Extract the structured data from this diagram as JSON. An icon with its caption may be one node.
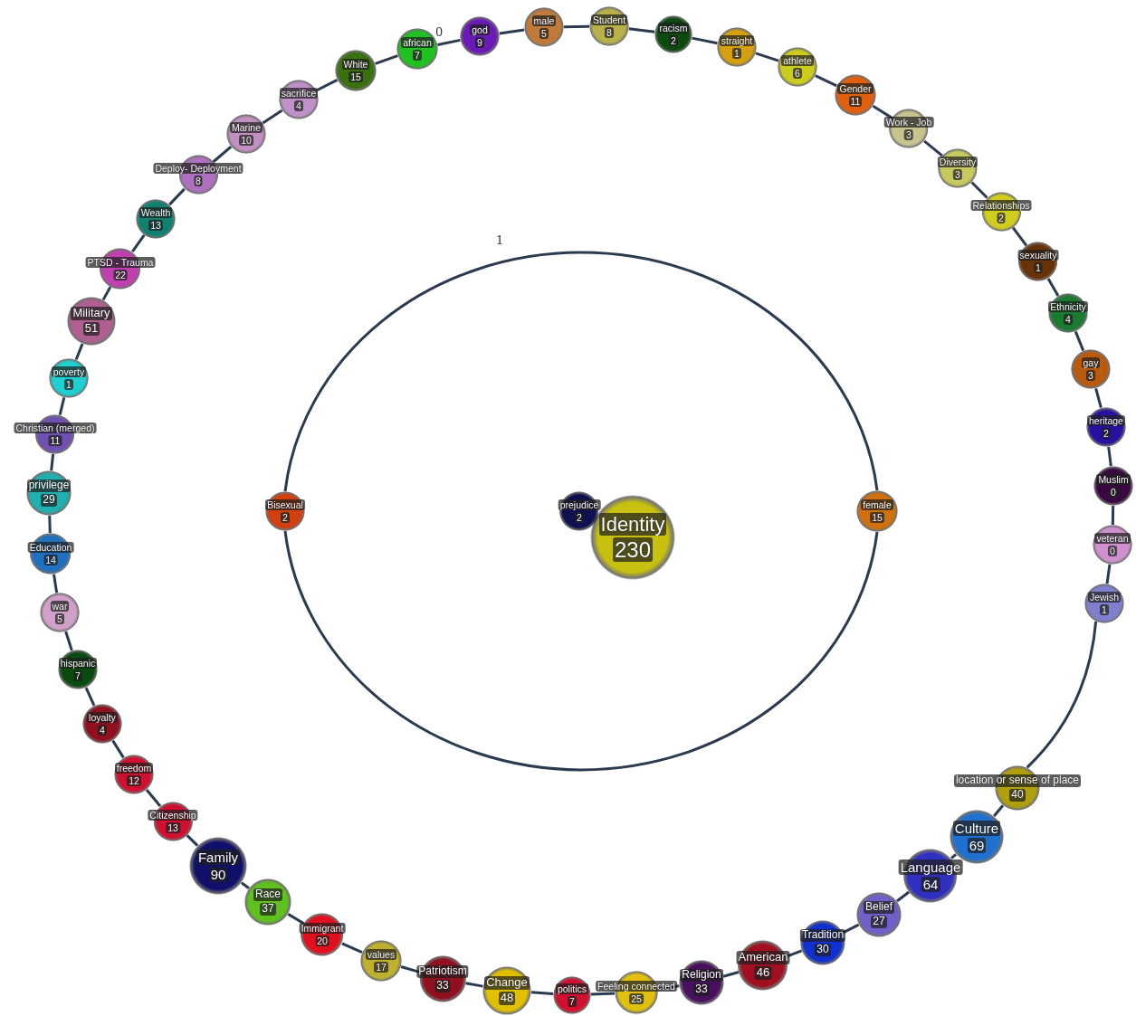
{
  "diagram": {
    "nodes": [
      {
        "text": [
          "god",
          "9"
        ]
      },
      {
        "text": [
          "male",
          "5"
        ]
      },
      {
        "text": [
          "Student",
          "8"
        ]
      },
      {
        "text": [
          "racism",
          "2"
        ]
      },
      {
        "text": [
          "straight",
          "1"
        ]
      },
      {
        "text": [
          "athlete",
          "6"
        ]
      },
      {
        "text": [
          "Gender",
          "11"
        ]
      },
      {
        "text": [
          "Work - Job",
          "3"
        ]
      },
      {
        "text": [
          "Diversity",
          "3"
        ]
      },
      {
        "text": [
          "Relationships",
          "2"
        ]
      },
      {
        "text": [
          "sexuality",
          "1"
        ]
      },
      {
        "text": [
          "Ethnicity",
          "4"
        ]
      },
      {
        "text": [
          "gay",
          "3"
        ]
      },
      {
        "text": [
          "heritage",
          "2"
        ]
      },
      {
        "text": [
          "Muslim",
          "0"
        ]
      },
      {
        "text": [
          "veteran",
          "0"
        ]
      },
      {
        "text": [
          "Jewish",
          "1"
        ]
      },
      {
        "text": [
          "location or sense of place",
          "40"
        ]
      },
      {
        "text": [
          "Culture",
          "69"
        ]
      },
      {
        "text": [
          "Language",
          "64"
        ]
      },
      {
        "text": [
          "Belief",
          "27"
        ]
      },
      {
        "text": [
          "Tradition",
          "30"
        ]
      },
      {
        "text": [
          "American",
          "46"
        ]
      },
      {
        "text": [
          "Religion",
          "33"
        ]
      },
      {
        "text": [
          "Feeling connected",
          "25"
        ]
      },
      {
        "text": [
          "politics",
          "7"
        ]
      },
      {
        "text": [
          "Change",
          "48"
        ]
      },
      {
        "text": [
          "Patriotism",
          "33"
        ]
      },
      {
        "text": [
          "values",
          "17"
        ]
      },
      {
        "text": [
          "Immigrant",
          "20"
        ]
      },
      {
        "text": [
          "Race",
          "37"
        ]
      },
      {
        "text": [
          "Family",
          "90"
        ]
      },
      {
        "text": [
          "Citizenship",
          "13"
        ]
      },
      {
        "text": [
          "freedom",
          "12"
        ]
      },
      {
        "text": [
          "loyalty",
          "4"
        ]
      },
      {
        "text": [
          "hispanic",
          "7"
        ]
      },
      {
        "text": [
          "war",
          "5"
        ]
      },
      {
        "text": [
          "Education",
          "14"
        ]
      },
      {
        "text": [
          "privilege",
          "29"
        ]
      },
      {
        "text": [
          "Christian (merged)",
          "11"
        ]
      },
      {
        "text": [
          "poverty",
          "1"
        ]
      },
      {
        "text": [
          "Military",
          "51"
        ]
      },
      {
        "text": [
          "PTSD - Trauma",
          "22"
        ]
      },
      {
        "text": [
          "Wealth",
          "13"
        ]
      },
      {
        "text": [
          "Deploy- Deployment",
          "8"
        ]
      },
      {
        "text": [
          "Marine",
          "10"
        ]
      },
      {
        "text": [
          "sacrifice",
          "4"
        ]
      },
      {
        "text": [
          "White",
          "15"
        ]
      },
      {
        "text": [
          "african",
          "7"
        ]
      },
      {
        "text": [
          "Bisexual",
          "2"
        ]
      },
      {
        "text": [
          "female",
          "15"
        ]
      },
      {
        "text": [
          "prejudice",
          "2"
        ]
      },
      {
        "text": [
          "Identity",
          "230"
        ]
      }
    ],
    "edges": [
      {
        "from": 0,
        "to": 1,
        "arrow": "none"
      },
      {
        "from": 1,
        "to": 2,
        "arrow": "none"
      },
      {
        "from": 2,
        "to": 3,
        "arrow": "none"
      },
      {
        "from": 3,
        "to": 4,
        "arrow": "none"
      },
      {
        "from": 4,
        "to": 5,
        "arrow": "none"
      },
      {
        "from": 5,
        "to": 6,
        "arrow": "none"
      },
      {
        "from": 6,
        "to": 7,
        "arrow": "none"
      },
      {
        "from": 7,
        "to": 8,
        "arrow": "none"
      },
      {
        "from": 8,
        "to": 9,
        "arrow": "none"
      },
      {
        "from": 9,
        "to": 10,
        "arrow": "none"
      },
      {
        "from": 10,
        "to": 11,
        "arrow": "none"
      },
      {
        "from": 11,
        "to": 12,
        "arrow": "none"
      },
      {
        "from": 12,
        "to": 13,
        "arrow": "none"
      },
      {
        "from": 13,
        "to": 14,
        "arrow": "none"
      },
      {
        "from": 14,
        "to": 15,
        "arrow": "none"
      },
      {
        "from": 15,
        "to": 16,
        "arrow": "none"
      },
      {
        "from": 16,
        "to": 17,
        "arrow": "none"
      },
      {
        "from": 17,
        "to": 18,
        "arrow": "none"
      },
      {
        "from": 18,
        "to": 19,
        "arrow": "none"
      },
      {
        "from": 19,
        "to": 20,
        "arrow": "none"
      },
      {
        "from": 20,
        "to": 21,
        "arrow": "none"
      },
      {
        "from": 21,
        "to": 22,
        "arrow": "none"
      },
      {
        "from": 22,
        "to": 23,
        "arrow": "none"
      },
      {
        "from": 23,
        "to": 24,
        "arrow": "none"
      },
      {
        "from": 24,
        "to": 25,
        "arrow": "none"
      },
      {
        "from": 25,
        "to": 26,
        "arrow": "none"
      },
      {
        "from": 26,
        "to": 27,
        "arrow": "none"
      },
      {
        "from": 27,
        "to": 28,
        "arrow": "none"
      },
      {
        "from": 28,
        "to": 29,
        "arrow": "none"
      },
      {
        "from": 29,
        "to": 30,
        "arrow": "none"
      },
      {
        "from": 30,
        "to": 31,
        "arrow": "none"
      },
      {
        "from": 31,
        "to": 32,
        "arrow": "none"
      },
      {
        "from": 32,
        "to": 33,
        "arrow": "none"
      },
      {
        "from": 33,
        "to": 34,
        "arrow": "none"
      },
      {
        "from": 34,
        "to": 35,
        "arrow": "none"
      },
      {
        "from": 35,
        "to": 36,
        "arrow": "none"
      },
      {
        "from": 36,
        "to": 37,
        "arrow": "none"
      },
      {
        "from": 37,
        "to": 38,
        "arrow": "none"
      },
      {
        "from": 38,
        "to": 39,
        "arrow": "none"
      },
      {
        "from": 39,
        "to": 40,
        "arrow": "none"
      },
      {
        "from": 40,
        "to": 41,
        "arrow": "none"
      },
      {
        "from": 41,
        "to": 42,
        "arrow": "none"
      },
      {
        "from": 42,
        "to": 43,
        "arrow": "none"
      },
      {
        "from": 43,
        "to": 44,
        "arrow": "none"
      },
      {
        "from": 44,
        "to": 45,
        "arrow": "none"
      },
      {
        "from": 45,
        "to": 46,
        "arrow": "none"
      },
      {
        "from": 46,
        "to": 47,
        "arrow": "none"
      },
      {
        "from": 47,
        "to": 48,
        "arrow": "none"
      },
      {
        "from": 48,
        "to": 0,
        "arrow": "none"
      },
      {
        "from": 49,
        "to": 50,
        "arrow": "none"
      },
      {
        "from": 49,
        "to": 50,
        "arrow": "none"
      }
    ],
    "labels": [
      "0",
      "1"
    ]
  }
}
